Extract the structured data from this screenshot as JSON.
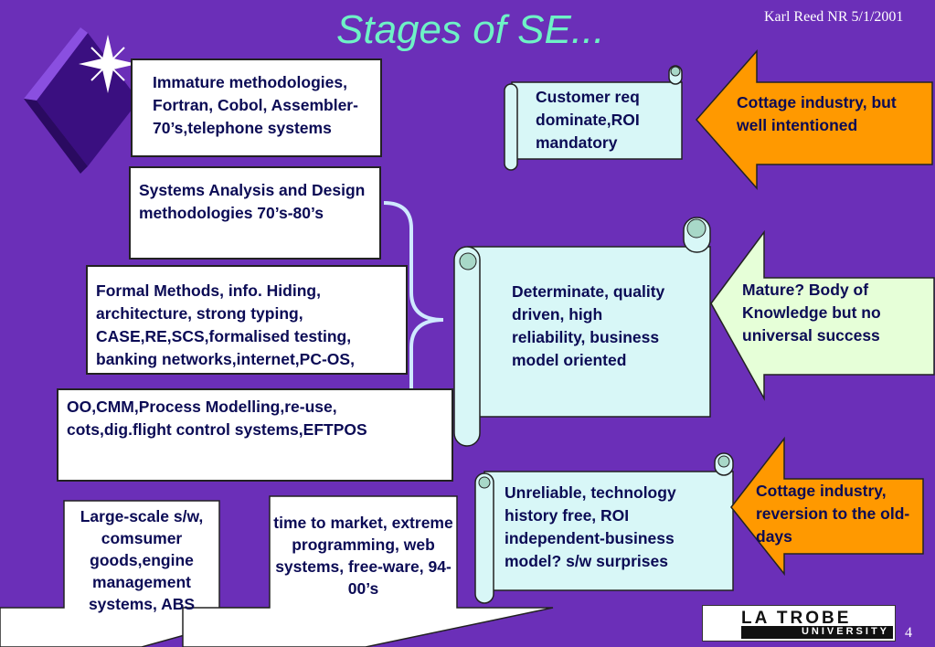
{
  "title": "Stages of SE...",
  "author": "Karl Reed NR 5/1/2001",
  "page_number": "4",
  "stages": [
    "Immature methodologies, Fortran, Cobol, Assembler- 70’s,telephone systems",
    "Systems Analysis and Design methodologies 70’s-80’s",
    "Formal Methods, info. Hiding, architecture, strong typing, CASE,RE,SCS,formalised testing, banking networks,internet,PC-OS,",
    "OO,CMM,Process Modelling,re-use, cots,dig.flight control systems,EFTPOS"
  ],
  "bottom_stages": [
    "Large-scale s/w, comsumer goods,engine management systems, ABS",
    "time to market, extreme programming, web systems, free-ware, 94-00’s"
  ],
  "scrolls": [
    "Customer req dominate,ROI mandatory",
    "Determinate, quality driven, high reliability, business model oriented",
    "Unreliable, technology history free, ROI independent-business model? s/w surprises"
  ],
  "arrows": [
    {
      "text": "Cottage industry, but well intentioned",
      "color": "#ff9900"
    },
    {
      "text": "Mature? Body of Knowledge but no universal success",
      "color": "#e6ffd8"
    },
    {
      "text": "Cottage industry, reversion to the old-days",
      "color": "#ff9900"
    }
  ],
  "logo": {
    "top": "LA TROBE",
    "bottom": "UNIVERSITY"
  },
  "colors": {
    "background": "#6b2fb8",
    "title": "#6ef2c6",
    "scroll": "#d8f7f7",
    "text": "#0b0b55"
  }
}
